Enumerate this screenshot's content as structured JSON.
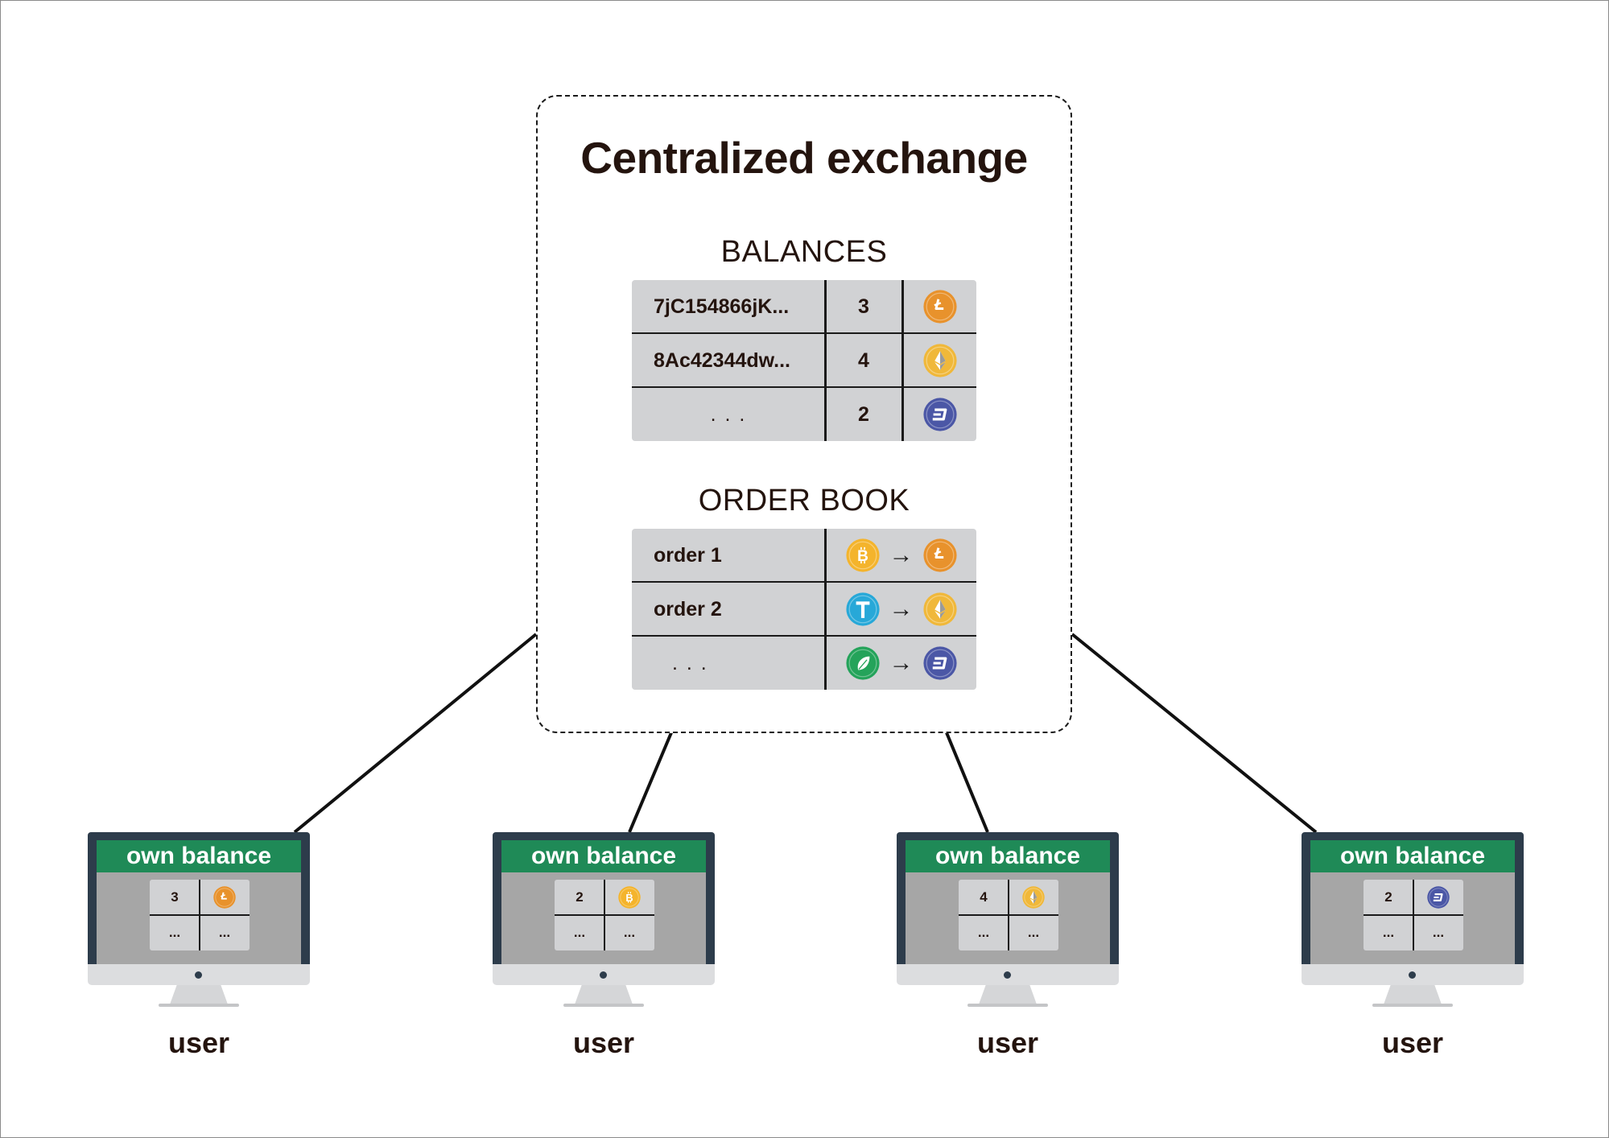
{
  "exchange": {
    "title": "Centralized exchange",
    "balances": {
      "title": "BALANCES",
      "rows": [
        {
          "address": "7jC154866jK...",
          "amount": "3",
          "coin": "litecoin-icon"
        },
        {
          "address": "8Ac42344dw...",
          "amount": "4",
          "coin": "ethereum-icon"
        },
        {
          "address": ". . .",
          "amount": "2",
          "coin": "dash-icon"
        }
      ]
    },
    "order_book": {
      "title": "ORDER BOOK",
      "rows": [
        {
          "label": "order 1",
          "from": "bitcoin-icon",
          "arrow": "→",
          "to": "litecoin-icon"
        },
        {
          "label": "order 2",
          "from": "tether-icon",
          "arrow": "→",
          "to": "ethereum-icon"
        },
        {
          "label": ". . .",
          "from": "leaf-coin-icon",
          "arrow": "→",
          "to": "dash-icon"
        }
      ]
    }
  },
  "users": [
    {
      "header": "own balance",
      "amount": "3",
      "coin": "litecoin-icon",
      "more_left": "...",
      "more_right": "...",
      "label": "user"
    },
    {
      "header": "own balance",
      "amount": "2",
      "coin": "bitcoin-icon",
      "more_left": "...",
      "more_right": "...",
      "label": "user"
    },
    {
      "header": "own balance",
      "amount": "4",
      "coin": "ethereum-icon",
      "more_left": "...",
      "more_right": "...",
      "label": "user"
    },
    {
      "header": "own balance",
      "amount": "2",
      "coin": "dash-icon",
      "more_left": "...",
      "more_right": "...",
      "label": "user"
    }
  ],
  "colors": {
    "screen_header": "#1f8a57",
    "table_fill": "#d1d2d4",
    "monitor_bezel": "#2d3c4b",
    "litecoin": "#e8922c",
    "ethereum": "#f0b83a",
    "bitcoin": "#f4b42c",
    "dash": "#4b57a6",
    "tether": "#27a8d8",
    "leaf_coin": "#24a35a"
  }
}
